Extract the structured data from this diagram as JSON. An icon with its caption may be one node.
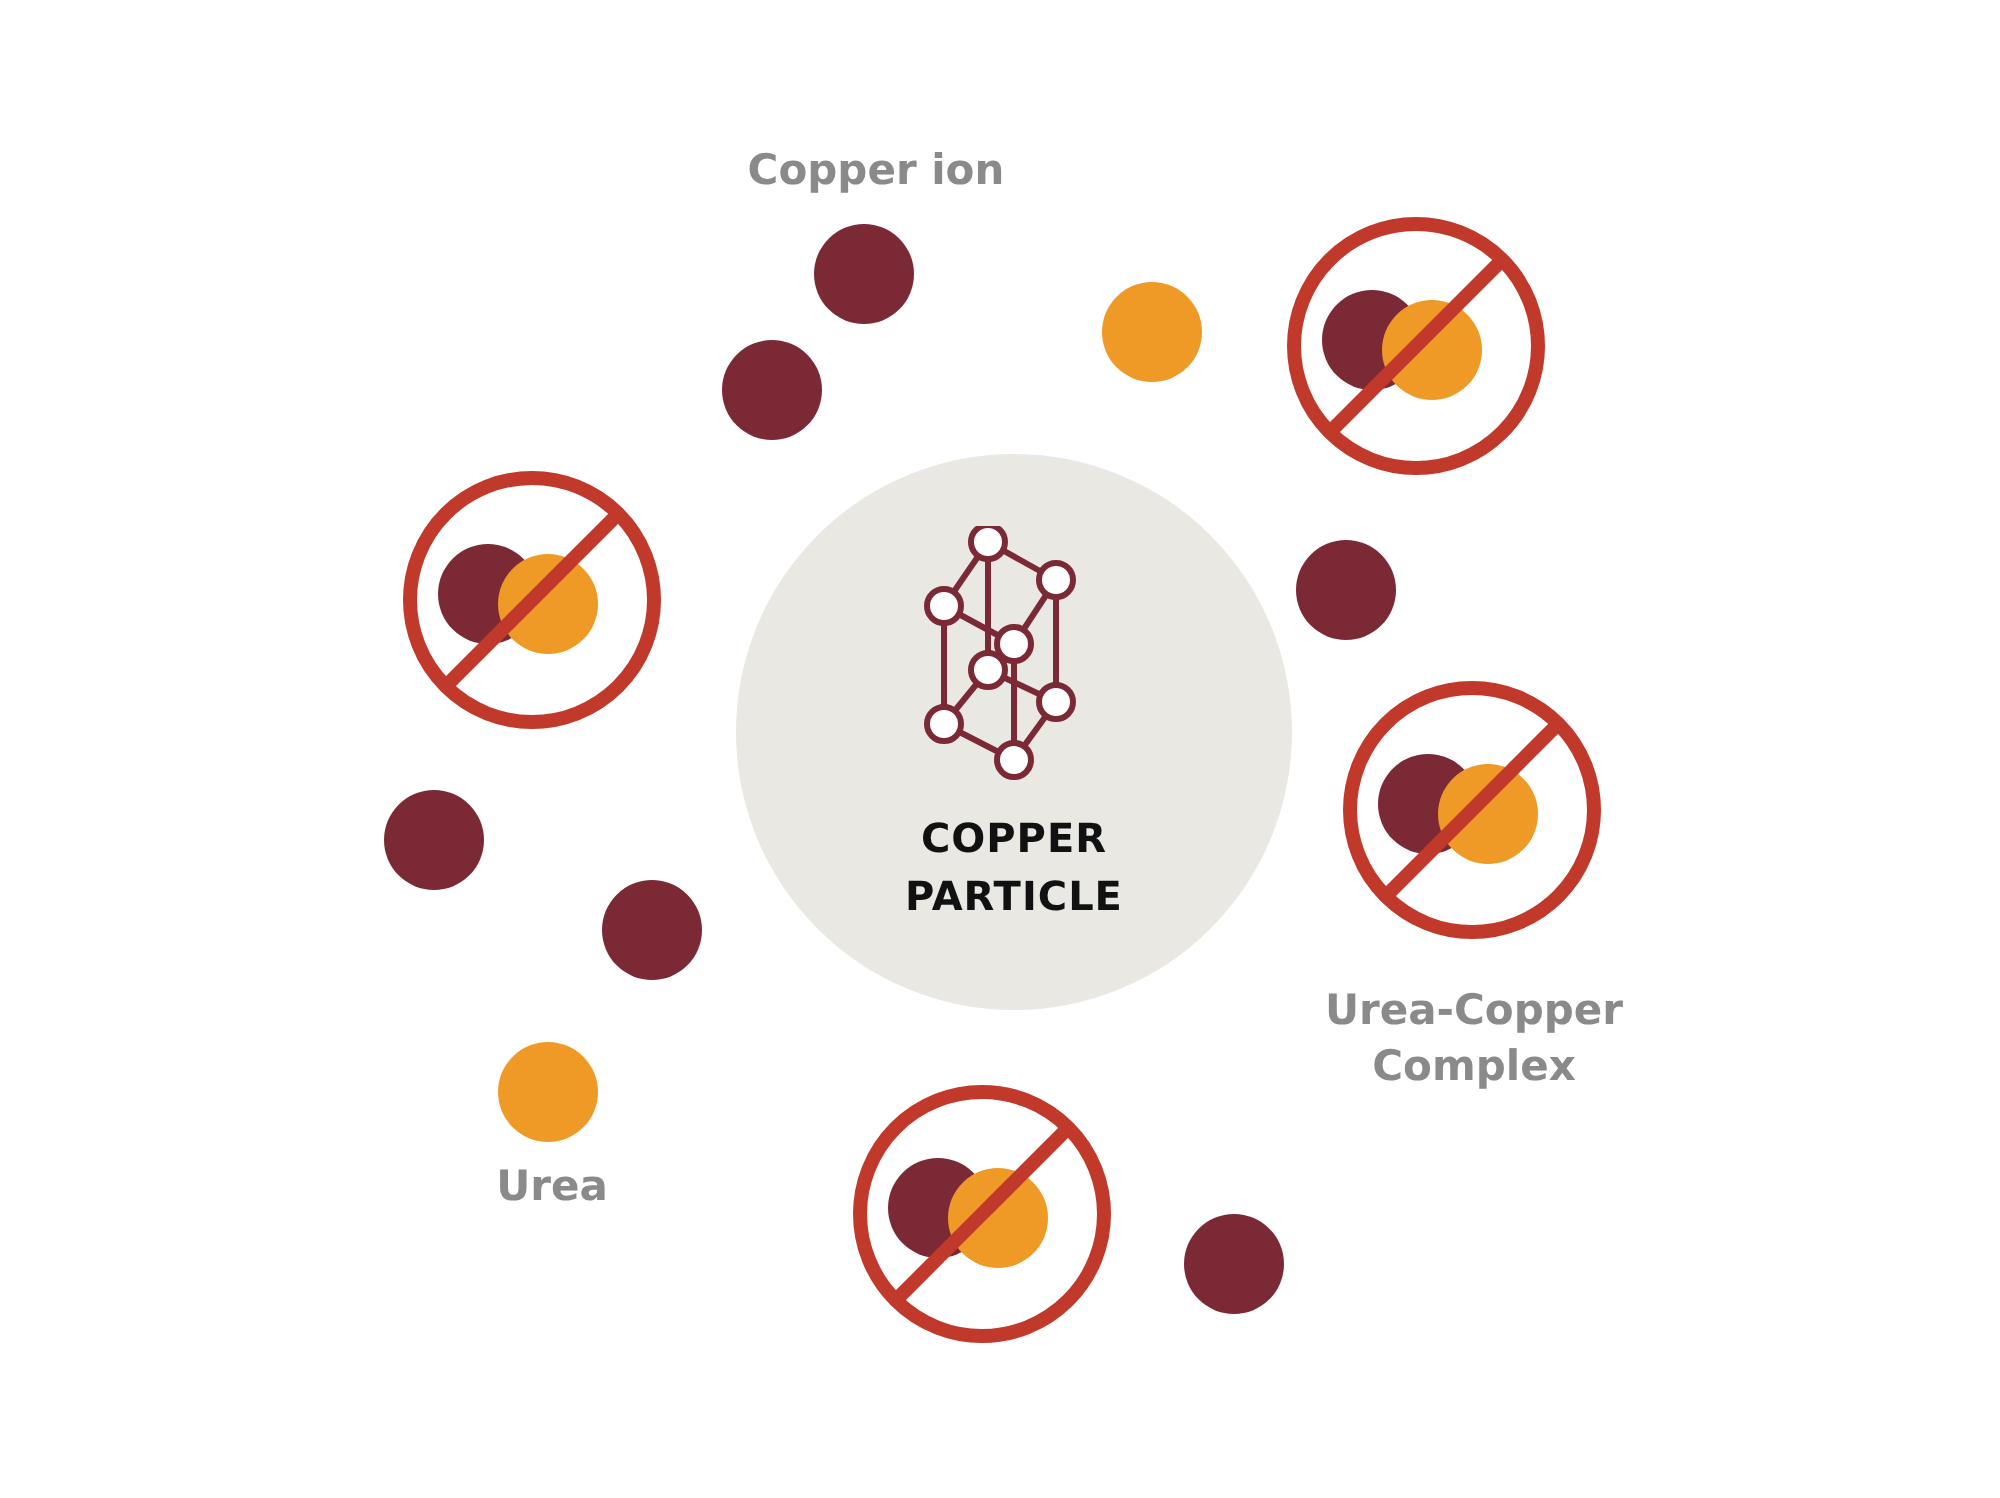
{
  "diagram": {
    "nodes": [
      {
        "text": [
          "COPPER PARTICLE"
        ]
      }
    ],
    "edges": [],
    "labels": [
      "Copper ion",
      "Urea-Copper Complex",
      "Urea"
    ]
  }
}
